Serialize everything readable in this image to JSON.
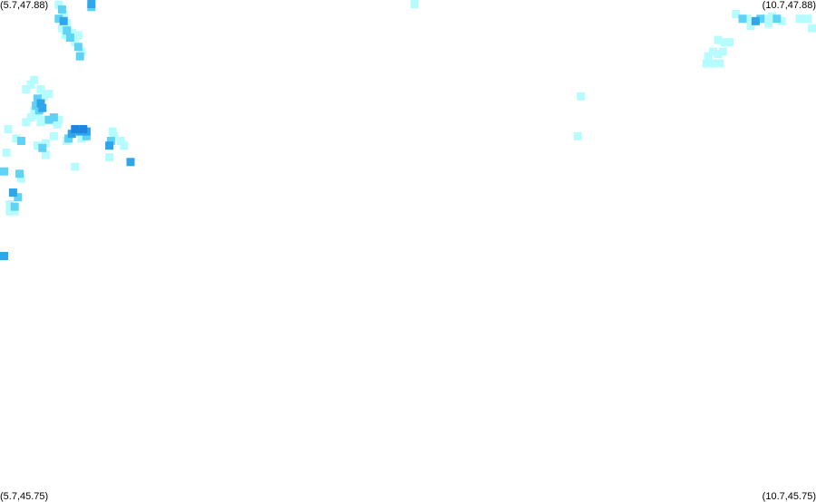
{
  "corners": {
    "top_left": "(5.7,47.88)",
    "top_right": "(10.7,47.88)",
    "bottom_left": "(5.7,45.75)",
    "bottom_right": "(10.7,45.75)"
  },
  "extent": {
    "lon_min": 5.7,
    "lon_max": 10.7,
    "lat_min": 45.75,
    "lat_max": 47.88
  },
  "intensity_colors": {
    "light": "#b6fbfe",
    "medium": "#5fd3f6",
    "strong": "#2fa5ea",
    "heavy": "#1f86e0"
  },
  "precip_cells": [
    {
      "lon": 6.06,
      "lat": 47.86,
      "level": "light"
    },
    {
      "lon": 6.08,
      "lat": 47.84,
      "level": "medium"
    },
    {
      "lon": 6.09,
      "lat": 47.82,
      "level": "light"
    },
    {
      "lon": 6.06,
      "lat": 47.8,
      "level": "medium"
    },
    {
      "lon": 6.09,
      "lat": 47.79,
      "level": "strong"
    },
    {
      "lon": 6.11,
      "lat": 47.78,
      "level": "light"
    },
    {
      "lon": 6.08,
      "lat": 47.76,
      "level": "light"
    },
    {
      "lon": 6.11,
      "lat": 47.75,
      "level": "medium"
    },
    {
      "lon": 6.14,
      "lat": 47.74,
      "level": "light"
    },
    {
      "lon": 6.13,
      "lat": 47.72,
      "level": "medium"
    },
    {
      "lon": 6.16,
      "lat": 47.7,
      "level": "light"
    },
    {
      "lon": 6.18,
      "lat": 47.68,
      "level": "medium"
    },
    {
      "lon": 6.2,
      "lat": 47.66,
      "level": "light"
    },
    {
      "lon": 6.19,
      "lat": 47.64,
      "level": "medium"
    },
    {
      "lon": 6.26,
      "lat": 47.87,
      "level": "strong"
    },
    {
      "lon": 6.26,
      "lat": 47.85,
      "level": "medium"
    },
    {
      "lon": 6.18,
      "lat": 47.73,
      "level": "light"
    },
    {
      "lon": 6.1,
      "lat": 47.73,
      "level": "light"
    },
    {
      "lon": 5.91,
      "lat": 47.54,
      "level": "light"
    },
    {
      "lon": 5.89,
      "lat": 47.52,
      "level": "light"
    },
    {
      "lon": 5.86,
      "lat": 47.5,
      "level": "light"
    },
    {
      "lon": 5.95,
      "lat": 47.5,
      "level": "light"
    },
    {
      "lon": 6.0,
      "lat": 47.48,
      "level": "light"
    },
    {
      "lon": 5.97,
      "lat": 47.47,
      "level": "light"
    },
    {
      "lon": 5.93,
      "lat": 47.46,
      "level": "medium"
    },
    {
      "lon": 5.95,
      "lat": 47.44,
      "level": "strong"
    },
    {
      "lon": 5.92,
      "lat": 47.43,
      "level": "medium"
    },
    {
      "lon": 5.96,
      "lat": 47.42,
      "level": "strong"
    },
    {
      "lon": 5.94,
      "lat": 47.41,
      "level": "medium"
    },
    {
      "lon": 5.91,
      "lat": 47.41,
      "level": "light"
    },
    {
      "lon": 5.93,
      "lat": 47.39,
      "level": "light"
    },
    {
      "lon": 5.89,
      "lat": 47.38,
      "level": "light"
    },
    {
      "lon": 5.97,
      "lat": 47.37,
      "level": "light"
    },
    {
      "lon": 6.0,
      "lat": 47.37,
      "level": "medium"
    },
    {
      "lon": 6.03,
      "lat": 47.38,
      "level": "medium"
    },
    {
      "lon": 6.06,
      "lat": 47.37,
      "level": "light"
    },
    {
      "lon": 6.05,
      "lat": 47.35,
      "level": "light"
    },
    {
      "lon": 5.95,
      "lat": 47.36,
      "level": "light"
    },
    {
      "lon": 5.86,
      "lat": 47.36,
      "level": "light"
    },
    {
      "lon": 5.75,
      "lat": 47.33,
      "level": "light"
    },
    {
      "lon": 5.83,
      "lat": 47.28,
      "level": "medium"
    },
    {
      "lon": 5.8,
      "lat": 47.29,
      "level": "light"
    },
    {
      "lon": 5.93,
      "lat": 47.26,
      "level": "light"
    },
    {
      "lon": 5.96,
      "lat": 47.25,
      "level": "medium"
    },
    {
      "lon": 5.98,
      "lat": 47.27,
      "level": "light"
    },
    {
      "lon": 5.98,
      "lat": 47.22,
      "level": "light"
    },
    {
      "lon": 6.03,
      "lat": 47.3,
      "level": "light"
    },
    {
      "lon": 6.16,
      "lat": 47.33,
      "level": "heavy"
    },
    {
      "lon": 6.19,
      "lat": 47.32,
      "level": "strong"
    },
    {
      "lon": 6.21,
      "lat": 47.33,
      "level": "heavy"
    },
    {
      "lon": 6.23,
      "lat": 47.32,
      "level": "strong"
    },
    {
      "lon": 6.14,
      "lat": 47.31,
      "level": "strong"
    },
    {
      "lon": 6.12,
      "lat": 47.29,
      "level": "medium"
    },
    {
      "lon": 6.2,
      "lat": 47.29,
      "level": "light"
    },
    {
      "lon": 6.23,
      "lat": 47.3,
      "level": "medium"
    },
    {
      "lon": 6.11,
      "lat": 47.28,
      "level": "light"
    },
    {
      "lon": 6.39,
      "lat": 47.32,
      "level": "light"
    },
    {
      "lon": 6.4,
      "lat": 47.3,
      "level": "light"
    },
    {
      "lon": 6.38,
      "lat": 47.28,
      "level": "medium"
    },
    {
      "lon": 6.37,
      "lat": 47.26,
      "level": "strong"
    },
    {
      "lon": 6.44,
      "lat": 47.28,
      "level": "light"
    },
    {
      "lon": 6.46,
      "lat": 47.26,
      "level": "light"
    },
    {
      "lon": 6.5,
      "lat": 47.19,
      "level": "strong"
    },
    {
      "lon": 6.37,
      "lat": 47.21,
      "level": "light"
    },
    {
      "lon": 6.16,
      "lat": 47.17,
      "level": "light"
    },
    {
      "lon": 5.74,
      "lat": 47.23,
      "level": "light"
    },
    {
      "lon": 5.7,
      "lat": 47.15,
      "level": "medium"
    },
    {
      "lon": 5.82,
      "lat": 47.14,
      "level": "medium"
    },
    {
      "lon": 5.83,
      "lat": 47.12,
      "level": "light"
    },
    {
      "lon": 5.78,
      "lat": 47.06,
      "level": "strong"
    },
    {
      "lon": 5.81,
      "lat": 47.04,
      "level": "medium"
    },
    {
      "lon": 5.76,
      "lat": 47.01,
      "level": "light"
    },
    {
      "lon": 5.79,
      "lat": 47.0,
      "level": "medium"
    },
    {
      "lon": 5.79,
      "lat": 46.98,
      "level": "light"
    },
    {
      "lon": 5.76,
      "lat": 46.98,
      "level": "light"
    },
    {
      "lon": 5.72,
      "lat": 46.79,
      "level": "strong"
    },
    {
      "lon": 8.24,
      "lat": 47.87,
      "level": "light"
    },
    {
      "lon": 9.26,
      "lat": 47.47,
      "level": "light"
    },
    {
      "lon": 9.24,
      "lat": 47.3,
      "level": "light"
    },
    {
      "lon": 10.21,
      "lat": 47.82,
      "level": "light"
    },
    {
      "lon": 10.25,
      "lat": 47.8,
      "level": "medium"
    },
    {
      "lon": 10.28,
      "lat": 47.8,
      "level": "light"
    },
    {
      "lon": 10.33,
      "lat": 47.79,
      "level": "strong"
    },
    {
      "lon": 10.36,
      "lat": 47.8,
      "level": "medium"
    },
    {
      "lon": 10.39,
      "lat": 47.8,
      "level": "light"
    },
    {
      "lon": 10.43,
      "lat": 47.81,
      "level": "light"
    },
    {
      "lon": 10.46,
      "lat": 47.8,
      "level": "medium"
    },
    {
      "lon": 10.49,
      "lat": 47.79,
      "level": "light"
    },
    {
      "lon": 10.3,
      "lat": 47.77,
      "level": "light"
    },
    {
      "lon": 10.41,
      "lat": 47.78,
      "level": "light"
    },
    {
      "lon": 10.6,
      "lat": 47.8,
      "level": "light"
    },
    {
      "lon": 10.65,
      "lat": 47.8,
      "level": "light"
    },
    {
      "lon": 10.68,
      "lat": 47.76,
      "level": "light"
    },
    {
      "lon": 10.1,
      "lat": 47.71,
      "level": "light"
    },
    {
      "lon": 10.14,
      "lat": 47.7,
      "level": "light"
    },
    {
      "lon": 10.17,
      "lat": 47.7,
      "level": "light"
    },
    {
      "lon": 10.07,
      "lat": 47.66,
      "level": "light"
    },
    {
      "lon": 10.1,
      "lat": 47.65,
      "level": "light"
    },
    {
      "lon": 10.13,
      "lat": 47.66,
      "level": "light"
    },
    {
      "lon": 10.04,
      "lat": 47.64,
      "level": "light"
    },
    {
      "lon": 10.08,
      "lat": 47.61,
      "level": "light"
    },
    {
      "lon": 10.11,
      "lat": 47.61,
      "level": "light"
    },
    {
      "lon": 10.03,
      "lat": 47.61,
      "level": "light"
    }
  ]
}
